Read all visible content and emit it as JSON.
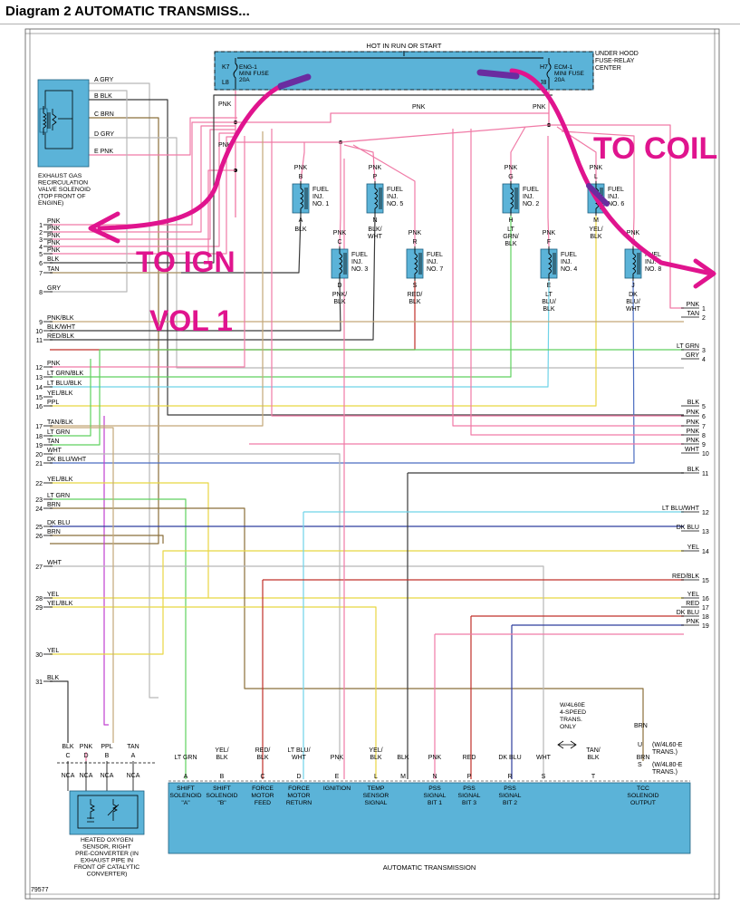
{
  "page_title": "Diagram 2 AUTOMATIC TRANSMISS...",
  "figure_id": "79577",
  "colors": {
    "pink": "#f07aa6",
    "tan": "#c3a878",
    "black": "#3a3a3a",
    "gray": "#b8b8b8",
    "brown": "#8b6f3a",
    "yellow": "#e8d642",
    "ltgrn": "#5fd15f",
    "ltblu": "#6fd3e8",
    "dkblu": "#2e3e9e",
    "red": "#c0302a",
    "ppl": "#c040d0",
    "dkbluwht": "#4a6cc0",
    "component": "#5bb3d8",
    "annotation": "#e0148e"
  },
  "fuse_box": {
    "header": "HOT IN RUN OR START",
    "title": "UNDER HOOD FUSE-RELAY CENTER",
    "fuse1": {
      "pin_in": "K7",
      "pin_out": "L8",
      "name": "ENG-1",
      "type": "MINI FUSE",
      "rating": "20A"
    },
    "fuse2": {
      "pin_in": "H7",
      "pin_out": "J8",
      "name": "ECM-1",
      "type": "MINI FUSE",
      "rating": "20A"
    }
  },
  "egr": {
    "label": "EXHAUST GAS RECIRCULATION VALVE SOLENOID (TOP FRONT OF ENGINE)",
    "pins": [
      {
        "letter": "A",
        "wire": "GRY"
      },
      {
        "letter": "B",
        "wire": "BLK"
      },
      {
        "letter": "C",
        "wire": "BRN"
      },
      {
        "letter": "D",
        "wire": "GRY"
      },
      {
        "letter": "E",
        "wire": "PNK"
      }
    ]
  },
  "injectors": [
    {
      "name": "FUEL INJ. NO. 1",
      "pin_top": "B",
      "pin_bot": "A",
      "wire_top": "PNK",
      "wire_bot": "BLK"
    },
    {
      "name": "FUEL INJ. NO. 5",
      "pin_top": "P",
      "pin_bot": "N",
      "wire_top": "PNK",
      "wire_bot": "BLK/ WHT"
    },
    {
      "name": "FUEL INJ. NO. 3",
      "pin_top": "C",
      "pin_bot": "D",
      "wire_top": "PNK",
      "wire_bot": "PNK/ BLK"
    },
    {
      "name": "FUEL INJ. NO. 7",
      "pin_top": "R",
      "pin_bot": "S",
      "wire_top": "PNK",
      "wire_bot": "RED/ BLK"
    },
    {
      "name": "FUEL INJ. NO. 2",
      "pin_top": "G",
      "pin_bot": "H",
      "wire_top": "PNK",
      "wire_bot": "LT GRN/ BLK"
    },
    {
      "name": "FUEL INJ. NO. 6",
      "pin_top": "L",
      "pin_bot": "M",
      "wire_top": "PNK",
      "wire_bot": "YEL/ BLK"
    },
    {
      "name": "FUEL INJ. NO. 4",
      "pin_top": "F",
      "pin_bot": "E",
      "wire_top": "PNK",
      "wire_bot": "LT BLU/ BLK"
    },
    {
      "name": "FUEL INJ. NO. 8",
      "pin_top": "K",
      "pin_bot": "J",
      "wire_top": "PNK",
      "wire_bot": "DK BLU/ WHT"
    }
  ],
  "left_wires": [
    {
      "num": "1",
      "label": "PNK"
    },
    {
      "num": "2",
      "label": "PNK"
    },
    {
      "num": "3",
      "label": "PNK"
    },
    {
      "num": "4",
      "label": "PNK"
    },
    {
      "num": "5",
      "label": "PNK"
    },
    {
      "num": "6",
      "label": "BLK"
    },
    {
      "num": "7",
      "label": "TAN"
    },
    {
      "num": "8",
      "label": "GRY"
    },
    {
      "num": "9",
      "label": "PNK/BLK"
    },
    {
      "num": "10",
      "label": "BLK/WHT"
    },
    {
      "num": "11",
      "label": "RED/BLK"
    },
    {
      "num": "12",
      "label": "PNK"
    },
    {
      "num": "13",
      "label": "LT GRN/BLK"
    },
    {
      "num": "14",
      "label": "LT BLU/BLK"
    },
    {
      "num": "15",
      "label": "YEL/BLK"
    },
    {
      "num": "16",
      "label": "PPL"
    },
    {
      "num": "17",
      "label": "TAN/BLK"
    },
    {
      "num": "18",
      "label": "LT GRN"
    },
    {
      "num": "19",
      "label": "TAN"
    },
    {
      "num": "20",
      "label": "WHT"
    },
    {
      "num": "21",
      "label": "DK BLU/WHT"
    },
    {
      "num": "22",
      "label": "YEL/BLK"
    },
    {
      "num": "23",
      "label": "LT GRN"
    },
    {
      "num": "24",
      "label": "BRN"
    },
    {
      "num": "25",
      "label": "DK BLU"
    },
    {
      "num": "26",
      "label": "BRN"
    },
    {
      "num": "27",
      "label": "WHT"
    },
    {
      "num": "28",
      "label": "YEL"
    },
    {
      "num": "29",
      "label": "YEL/BLK"
    },
    {
      "num": "30",
      "label": "YEL"
    },
    {
      "num": "31",
      "label": "BLK"
    }
  ],
  "right_wires": [
    {
      "num": "1",
      "label": "PNK"
    },
    {
      "num": "2",
      "label": "TAN"
    },
    {
      "num": "3",
      "label": "LT GRN"
    },
    {
      "num": "4",
      "label": "GRY"
    },
    {
      "num": "5",
      "label": "BLK"
    },
    {
      "num": "6",
      "label": "PNK"
    },
    {
      "num": "7",
      "label": "PNK"
    },
    {
      "num": "8",
      "label": "PNK"
    },
    {
      "num": "9",
      "label": "PNK"
    },
    {
      "num": "10",
      "label": "WHT"
    },
    {
      "num": "11",
      "label": "BLK"
    },
    {
      "num": "12",
      "label": "LT BLU/WHT"
    },
    {
      "num": "13",
      "label": "DK BLU"
    },
    {
      "num": "14",
      "label": "YEL"
    },
    {
      "num": "15",
      "label": "RED/BLK"
    },
    {
      "num": "16",
      "label": "YEL"
    },
    {
      "num": "17",
      "label": "RED"
    },
    {
      "num": "18",
      "label": "DK BLU"
    },
    {
      "num": "19",
      "label": "PNK"
    }
  ],
  "labels": {
    "pnk": "PNK",
    "wht": "WHT",
    "brn": "BRN",
    "nca": "NCA",
    "trans_note": "W/4L60E 4-SPEED TRANS. ONLY",
    "u_note": "(W/4L60-E TRANS.)",
    "s_note": "(W/4L80-E TRANS.)"
  },
  "o2_sensor": {
    "label": "HEATED OXYGEN SENSOR, RIGHT PRE-CONVERTER (IN EXHAUST PIPE IN FRONT OF CATALYTIC CONVERTER)",
    "pins": [
      {
        "letter": "C",
        "wire": "BLK"
      },
      {
        "letter": "D",
        "wire": "PNK"
      },
      {
        "letter": "B",
        "wire": "PPL"
      },
      {
        "letter": "A",
        "wire": "TAN"
      }
    ]
  },
  "transmission": {
    "title": "AUTOMATIC TRANSMISSION",
    "pins": [
      {
        "letter": "A",
        "wire": "LT GRN",
        "func": "SHIFT SOLENOID \"A\""
      },
      {
        "letter": "B",
        "wire": "YEL/ BLK",
        "func": "SHIFT SOLENOID \"B\""
      },
      {
        "letter": "C",
        "wire": "RED/ BLK",
        "func": "FORCE MOTOR FEED"
      },
      {
        "letter": "D",
        "wire": "LT BLU/ WHT",
        "func": "FORCE MOTOR RETURN"
      },
      {
        "letter": "E",
        "wire": "PNK",
        "func": "IGNITION"
      },
      {
        "letter": "L",
        "wire": "YEL/ BLK",
        "func": "TEMP SENSOR SIGNAL"
      },
      {
        "letter": "M",
        "wire": "BLK",
        "func": ""
      },
      {
        "letter": "N",
        "wire": "PNK",
        "func": "PSS SIGNAL BIT 1"
      },
      {
        "letter": "P",
        "wire": "RED",
        "func": "PSS SIGNAL BIT 3"
      },
      {
        "letter": "R",
        "wire": "DK BLU",
        "func": "PSS SIGNAL BIT 2"
      },
      {
        "letter": "S",
        "wire": "WHT",
        "func": ""
      },
      {
        "letter": "T",
        "wire": "TAN/ BLK",
        "func": ""
      },
      {
        "letter": "U",
        "wire": "BRN",
        "func": "TCC SOLENOID OUTPUT"
      }
    ]
  },
  "annotations": {
    "to_coil": "TO COIL",
    "to_ign": "TO IGN",
    "vol": "VOL 1"
  }
}
